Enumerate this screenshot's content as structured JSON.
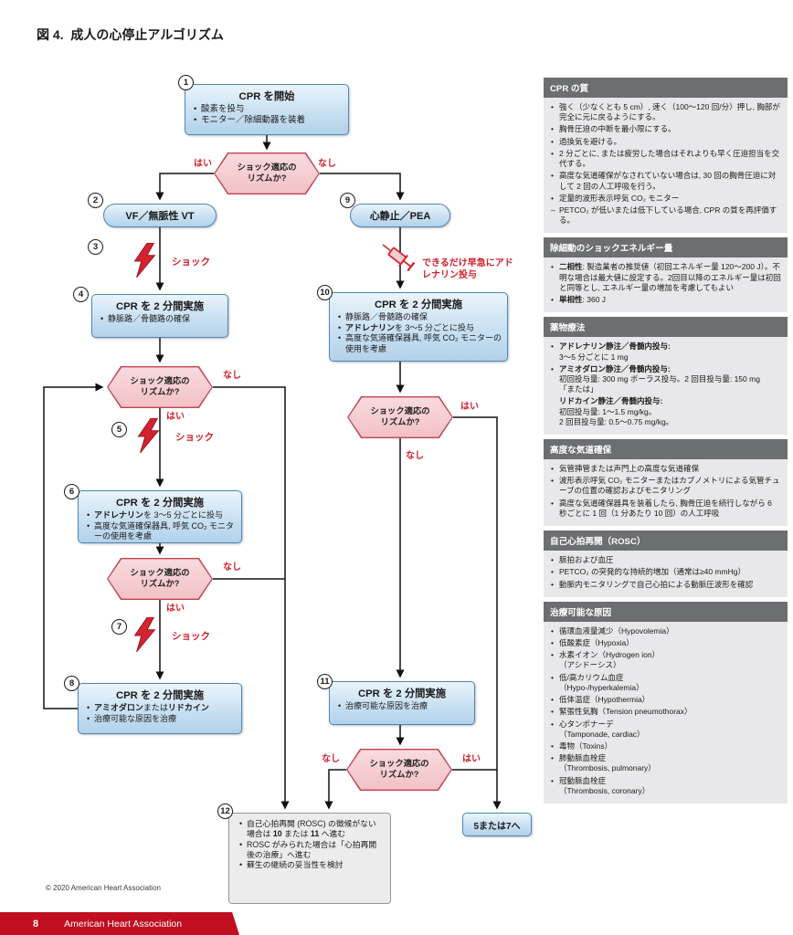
{
  "page": {
    "title": "図 4.  成人の心停止アルゴリズム",
    "copyright": "© 2020 American Heart Association",
    "footer": {
      "page_number": "8",
      "org": "American Heart Association"
    }
  },
  "flow": {
    "labels": {
      "yes": "はい",
      "no": "なし",
      "shock": "ショック"
    },
    "rhythm_question": "ショック適応の\nリズムか?",
    "epi_note": "できるだけ早急にアド\nレナリン投与",
    "goto57": "5または7へ",
    "step1": {
      "num": "1",
      "title": "CPR を開始",
      "bullets": [
        "酸素を投与",
        "モニター／除細動器を装着"
      ]
    },
    "step2": {
      "num": "2",
      "title": "VF／無脈性 VT"
    },
    "step3": {
      "num": "3"
    },
    "step4": {
      "num": "4",
      "title": "CPR を 2 分間実施",
      "bullets": [
        "静脈路／骨髄路の確保"
      ]
    },
    "step5": {
      "num": "5"
    },
    "step6": {
      "num": "6",
      "title": "CPR を 2 分間実施",
      "bullets": [
        "**アドレナリン**を 3〜5 分ごとに投与",
        "高度な気道確保器具, 呼気 CO₂ モニターの使用を考慮"
      ]
    },
    "step7": {
      "num": "7"
    },
    "step8": {
      "num": "8",
      "title": "CPR を 2 分間実施",
      "bullets": [
        "**アミオダロン**または**リドカイン**",
        "治療可能な原因を治療"
      ]
    },
    "step9": {
      "num": "9",
      "title": "心静止／PEA"
    },
    "step10": {
      "num": "10",
      "title": "CPR を 2 分間実施",
      "bullets": [
        "静脈路／骨髄路の確保",
        "**アドレナリン**を 3〜5 分ごとに投与",
        "高度な気道確保器具, 呼気 CO₂ モニターの使用を考慮"
      ]
    },
    "step11": {
      "num": "11",
      "title": "CPR を 2 分間実施",
      "bullets": [
        "治療可能な原因を治療"
      ]
    },
    "step12": {
      "num": "12",
      "bullets": [
        "自己心拍再開 (ROSC) の徴候がない場合は **10** または **11** へ進む",
        "ROSC がみられた場合は「心拍再開後の治療」へ進む",
        "蘇生の継続の妥当性を検討"
      ]
    }
  },
  "sidebar": {
    "sections": [
      {
        "header": "CPR の質",
        "items": [
          {
            "t": "強く（少なくとも 5 cm）, 速く（100〜120 回/分）押し, 胸部が完全に元に戻るようにする。"
          },
          {
            "t": "胸骨圧迫の中断を最小限にする。"
          },
          {
            "t": "過換気を避ける。"
          },
          {
            "t": "2 分ごとに, または疲労した場合はそれよりも早く圧迫担当を交代する。"
          },
          {
            "t": "高度な気道確保がなされていない場合は, 30 回の胸骨圧迫に対して 2 回の人工呼吸を行う。"
          },
          {
            "t": "定量的波形表示呼気 CO₂ モニター"
          },
          {
            "t": "PETCO₂ が低いまたは低下している場合, CPR の質を再評価する。",
            "s": "dash"
          }
        ]
      },
      {
        "header": "除細動のショックエネルギー量",
        "items": [
          {
            "t": "**二相性**: 製造業者の推奨値（初回エネルギー量 120〜200 J）。不明な場合は最大値に設定する。2回目以降のエネルギー量は初回と同等とし, エネルギー量の増加を考慮してもよい"
          },
          {
            "t": "**単相性**: 360 J"
          }
        ]
      },
      {
        "header": "薬物療法",
        "items": [
          {
            "t": "**アドレナリン静注／骨髄内投与:**\n3〜5 分ごとに 1 mg"
          },
          {
            "t": "**アミオダロン静注／骨髄内投与:**\n初回投与量: 300 mg ボーラス投与。2 回目投与量: 150 mg\n「または」"
          },
          {
            "t": "**リドカイン静注／骨髄内投与:**\n初回投与量: 1〜1.5 mg/kg。\n2 回目投与量: 0.5〜0.75 mg/kg。",
            "s": "plain"
          }
        ]
      },
      {
        "header": "高度な気道確保",
        "items": [
          {
            "t": "気管挿管または声門上の高度な気道確保"
          },
          {
            "t": "波形表示呼気 CO₂ モニターまたはカプノメトリによる気管チューブの位置の確認およびモニタリング"
          },
          {
            "t": "高度な気道確保器具を装着したら, 胸骨圧迫を続行しながら 6 秒ごとに 1 回（1 分あたり 10 回）の人工呼吸"
          }
        ]
      },
      {
        "header": "自己心拍再開（ROSC）",
        "items": [
          {
            "t": "脈拍および血圧"
          },
          {
            "t": "PETCO₂ の突発的な持続的増加（通常は≥40 mmHg）"
          },
          {
            "t": "動脈内モニタリングで自己心拍による動脈圧波形を確認"
          }
        ]
      },
      {
        "header": "治療可能な原因",
        "items": [
          {
            "t": "循環血液量減少（Hypovolemia）"
          },
          {
            "t": "低酸素症（Hypoxia）"
          },
          {
            "t": "水素イオン（Hydrogen ion）\n（アシドーシス）"
          },
          {
            "t": "低/高カリウム血症\n（Hypo-/hyperkalemia）"
          },
          {
            "t": "低体温症（Hypothermia）"
          },
          {
            "t": "緊張性気胸（Tension pneumothorax）"
          },
          {
            "t": "心タンポナーデ\n（Tamponade,  cardiac）"
          },
          {
            "t": "毒物（Toxins）"
          },
          {
            "t": "肺動脈血栓症\n（Thrombosis, pulmonary）"
          },
          {
            "t": "冠動脈血栓症\n（Thrombosis, coronary）"
          }
        ]
      }
    ]
  }
}
